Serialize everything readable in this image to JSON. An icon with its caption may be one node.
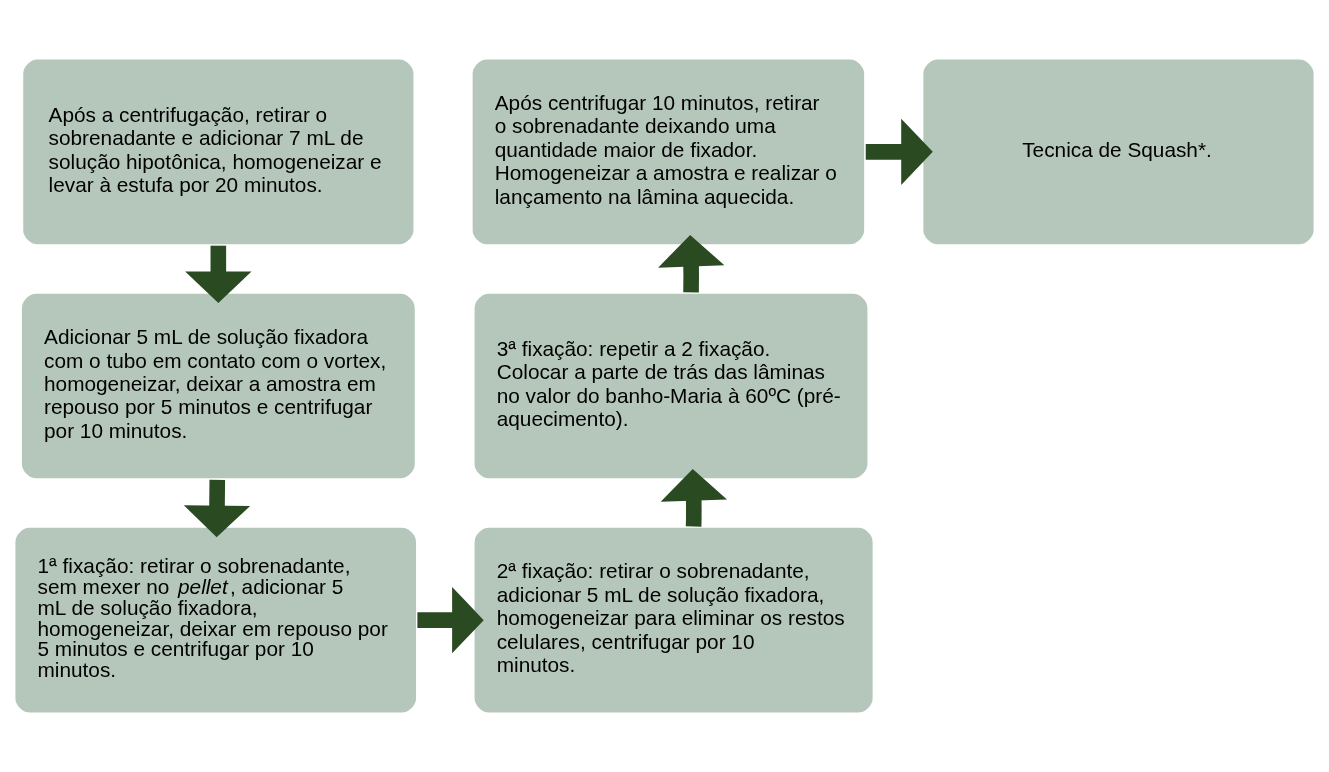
{
  "diagram": {
    "nodes": [
      {
        "text": [
          "Após a centrifugação, retirar o sobrenadante e adicionar 7 mL de solução hipotônica, homogeneizar e levar à estufa por 20 minutos."
        ]
      },
      {
        "text": [
          "Adicionar 5 mL de solução fixadora com o tubo em contato com o vortex, homogeneizar, deixar a amostra em repouso por 5 minutos e centrifugar por 10 minutos."
        ]
      },
      {
        "text": [
          "1ª fixação: retirar o sobrenadante, sem mexer no *pellet*, adicionar 5 mL de solução fixadora, homogeneizar, deixar em repouso por 5 minutos e centrifugar por 10 minutos."
        ]
      },
      {
        "text": [
          "2ª fixação: retirar o sobrenadante, adicionar 5 mL de solução fixadora, homogeneizar para eliminar os restos celulares, centrifugar por 10 minutos."
        ]
      },
      {
        "text": [
          "3ª fixação: repetir a 2 fixação. Colocar a parte de trás das lâminas no valor do banho-Maria à 60ºC (pré-aquecimento)."
        ]
      },
      {
        "text": [
          "Após centrifugar 10 minutos, retirar o sobrenadante deixando uma quantidade maior de fixador. Homogeneizar a amostra e realizar o lançamento na lâmina aquecida."
        ]
      },
      {
        "text": [
          "Tecnica de Squash*."
        ]
      }
    ],
    "edges": [
      {
        "from": 0,
        "to": 1,
        "arrow": "to"
      },
      {
        "from": 1,
        "to": 2,
        "arrow": "to"
      },
      {
        "from": 2,
        "to": 3,
        "arrow": "to"
      },
      {
        "from": 3,
        "to": 4,
        "arrow": "to"
      },
      {
        "from": 4,
        "to": 5,
        "arrow": "to"
      },
      {
        "from": 5,
        "to": 6,
        "arrow": "to"
      }
    ]
  }
}
